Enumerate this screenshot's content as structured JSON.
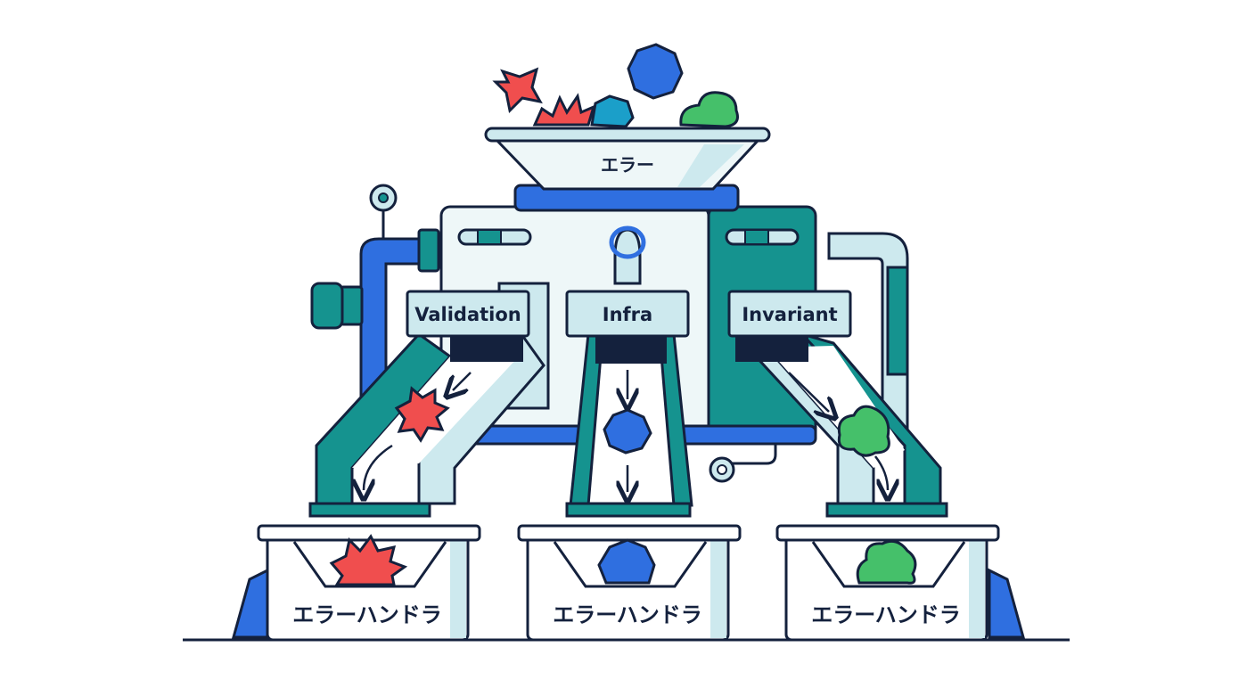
{
  "hopper": {
    "label": "エラー"
  },
  "channels": [
    {
      "label": "Validation",
      "shape": "spiky-star",
      "color": "#f04e4e"
    },
    {
      "label": "Infra",
      "shape": "heptagon",
      "color": "#2f6fe0"
    },
    {
      "label": "Invariant",
      "shape": "blob",
      "color": "#45c06a"
    }
  ],
  "handlers": [
    {
      "label": "エラーハンドラ"
    },
    {
      "label": "エラーハンドラ"
    },
    {
      "label": "エラーハンドラ"
    }
  ],
  "palette": {
    "outline": "#14213d",
    "teal": "#15938f",
    "blue": "#2f6fe0",
    "pale": "#cde9ee",
    "panel": "#eef7f8",
    "red": "#f04e4e",
    "green": "#45c06a",
    "cyan": "#1b9fc9"
  }
}
